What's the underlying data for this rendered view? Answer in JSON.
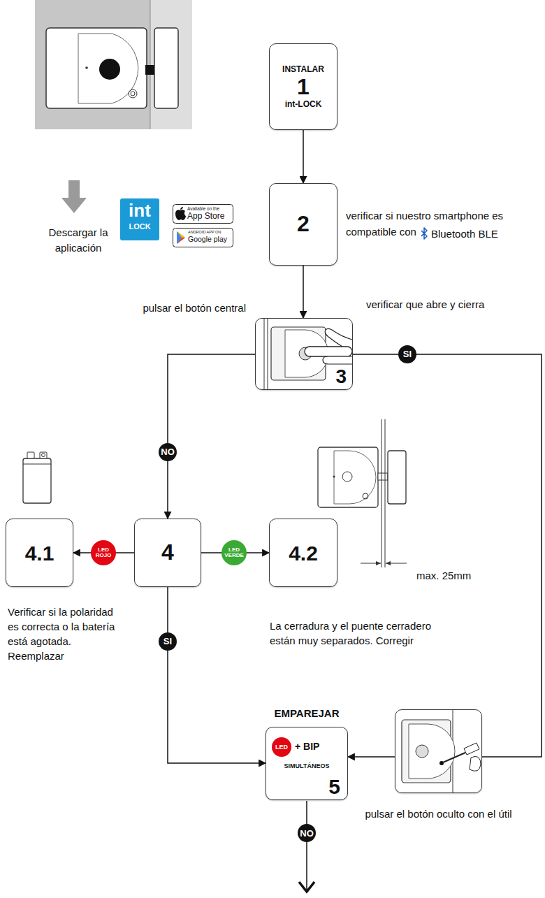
{
  "diagram": {
    "nodes": [
      {
        "text": [
          "INSTALAR",
          "1",
          "int-LOCK"
        ]
      },
      {
        "text": [
          "2"
        ]
      },
      {
        "text": [
          "3"
        ]
      },
      {
        "text": [
          "4"
        ]
      },
      {
        "text": [
          "4.1",
          "Verificar si la polaridad es correcta o la batería está agotada. Reemplazar"
        ]
      },
      {
        "text": [
          "4.2",
          "La cerradura y el puente cerradero están muy separados. Corregir"
        ]
      },
      {
        "text": [
          "EMPAREJAR",
          "LED",
          "+ BIP",
          "SIMULTÁNEOS",
          "5"
        ]
      },
      {
        "text": [
          "pulsar el botón oculto con el útil"
        ]
      }
    ],
    "edges": [
      {
        "from": 0,
        "to": 1,
        "arrow": "to"
      },
      {
        "from": 1,
        "to": 2,
        "arrow": "to"
      },
      {
        "from": 2,
        "to": 3,
        "label": "NO",
        "arrow": "to"
      },
      {
        "from": 3,
        "to": 4,
        "label": "LED ROJO",
        "arrow": "to"
      },
      {
        "from": 3,
        "to": 5,
        "label": "LED VERDE",
        "arrow": "to"
      },
      {
        "from": 3,
        "to": 6,
        "label": "SI",
        "arrow": "to"
      },
      {
        "from": 2,
        "to": 7,
        "label": "SI",
        "arrow": "none"
      },
      {
        "from": 7,
        "to": 6,
        "arrow": "to"
      }
    ],
    "labels": [
      "Descargar la aplicación",
      "int",
      "LOCK",
      "Available on the",
      "App Store",
      "ANDROID APP ON",
      "Google play",
      "verificar si nuestro smartphone es compatible con",
      "Bluetooth BLE",
      "pulsar el botón central",
      "verificar que abre y cierra",
      "max. 25mm",
      "NO"
    ]
  }
}
